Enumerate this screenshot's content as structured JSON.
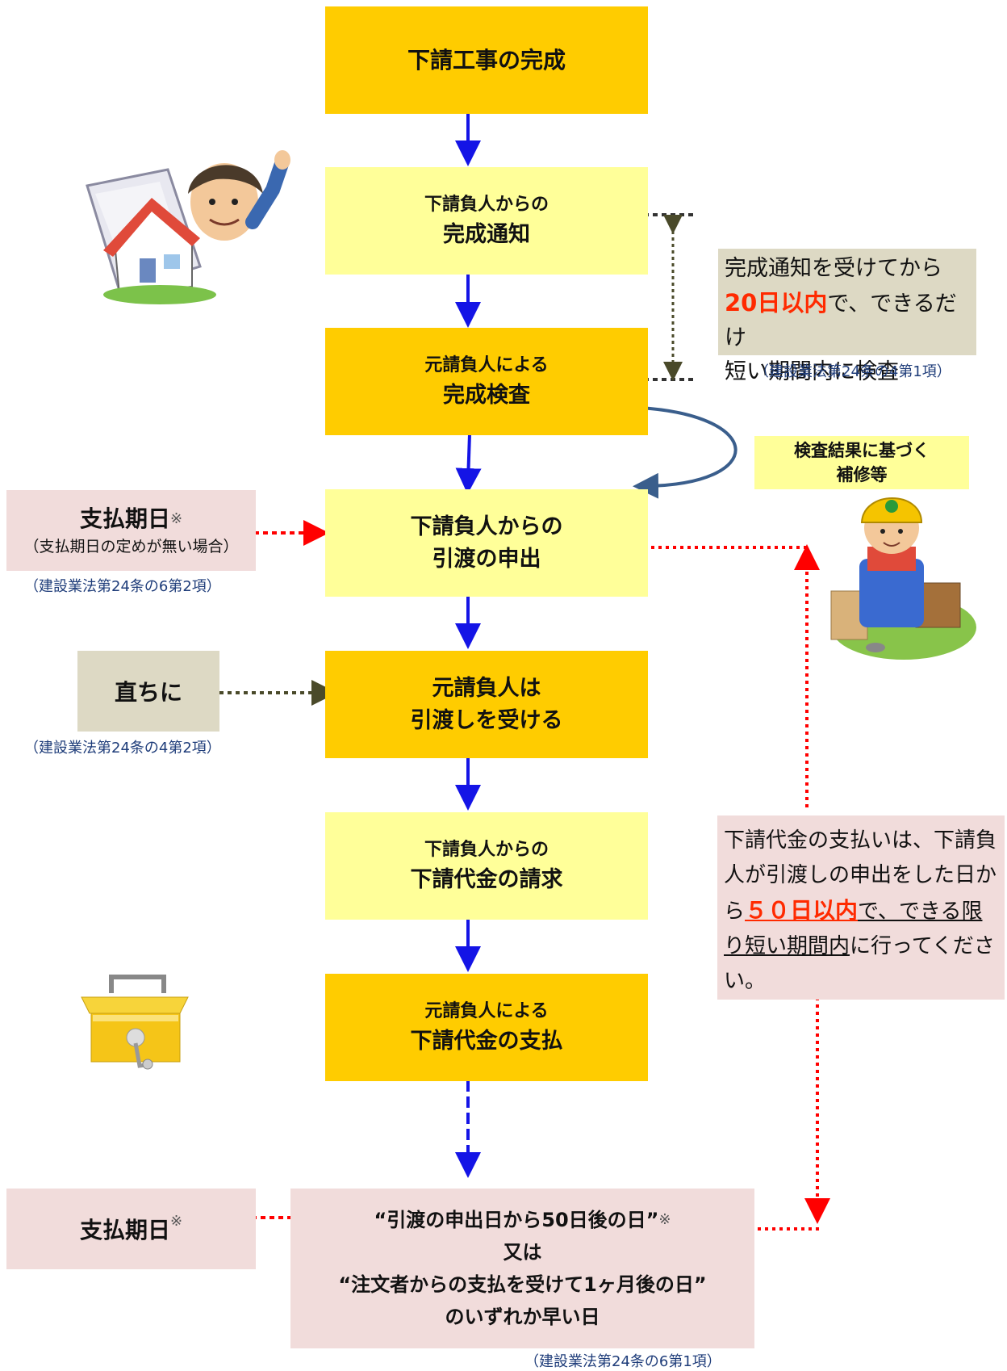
{
  "flow": {
    "step1": {
      "line1": "下請工事の完成"
    },
    "step2": {
      "line1": "下請負人からの",
      "line2": "完成通知"
    },
    "step3": {
      "line1": "元請負人による",
      "line2": "完成検査"
    },
    "step4": {
      "line1": "下請負人からの",
      "line2": "引渡の申出"
    },
    "step5": {
      "line1": "元請負人は",
      "line2": "引渡しを受ける"
    },
    "step6": {
      "line1": "下請負人からの",
      "line2": "下請代金の請求"
    },
    "step7": {
      "line1": "元請負人による",
      "line2": "下請代金の支払"
    },
    "final": {
      "line1": "“引渡の申出日から50日後の日”",
      "line1_mark": "※",
      "line2": "又は",
      "line3": "“注文者からの支払を受けて1ヶ月後の日”",
      "line4": "のいずれか早い日"
    }
  },
  "inspection_note": {
    "line1": "完成通知を受けてから",
    "highlight": "20日以内",
    "line2_rest": "で、できるだけ",
    "line3": "短い期間内に検査",
    "reference": "（建設業法第24条の4第1項）"
  },
  "repair_label": {
    "line1": "検査結果に基づく",
    "line2": "補修等"
  },
  "payment_due_top": {
    "title": "支払期日",
    "mark": "※",
    "subtitle": "（支払期日の定めが無い場合）",
    "reference": "（建設業法第24条の6第2項）"
  },
  "immediately": {
    "label": "直ちに",
    "reference": "（建設業法第24条の4第2項）"
  },
  "payment_note": {
    "part1": "下請代金の支払いは、下請負人が引渡しの申出をした日から",
    "highlight": "５０日以内",
    "part2": "で、できる限り短い期間内",
    "part3": "に行ってください。"
  },
  "payment_due_bottom": {
    "title": "支払期日",
    "mark": "※"
  },
  "bottom_reference": "（建設業法第24条の6第1項）",
  "colors": {
    "gold": "#ffcc00",
    "pale_yellow": "#ffff99",
    "pink": "#f1dcdb",
    "grey": "#ddd9c4",
    "blue_arrow": "#1414e6",
    "red_dotted": "#ff0000",
    "curve": "#3a5e8c"
  },
  "illustrations": [
    "man-with-house-illustration",
    "construction-worker-illustration",
    "cash-box-illustration"
  ]
}
